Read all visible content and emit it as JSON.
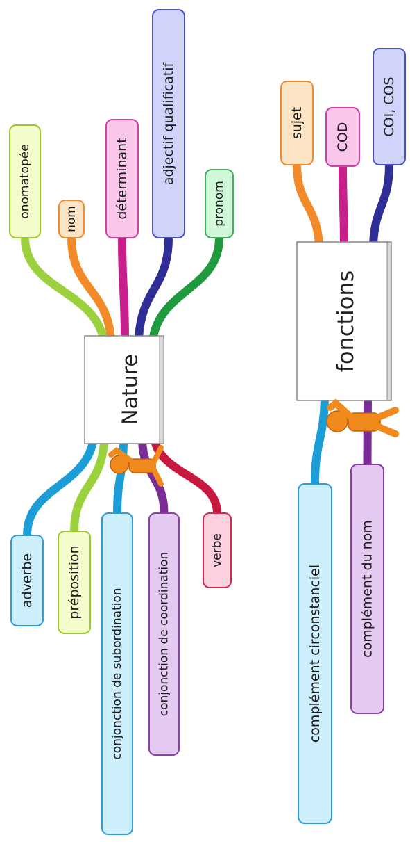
{
  "nature": {
    "title": "Nature",
    "top_branches": [
      {
        "label": "onomatopée",
        "fill": "#F4FCCB",
        "stroke": "#9CCB2C",
        "branch": "#9BD13D"
      },
      {
        "label": "nom",
        "fill": "#FDE4C4",
        "stroke": "#F28A2E",
        "branch": "#F38A29"
      },
      {
        "label": "déterminant",
        "fill": "#FAC6EA",
        "stroke": "#D33DA6",
        "branch": "#C81F8C"
      },
      {
        "label": "adjectif qualificatif",
        "fill": "#D0D3FA",
        "stroke": "#4A4FC6",
        "branch": "#2F2E97"
      },
      {
        "label": "pronom",
        "fill": "#CFF7D8",
        "stroke": "#3FAF5A",
        "branch": "#1F9A3E"
      }
    ],
    "bottom_branches": [
      {
        "label": "adverbe",
        "fill": "#CDEFFC",
        "stroke": "#2E9AD6",
        "branch": "#1B9ED8"
      },
      {
        "label": "préposition",
        "fill": "#F4FCCB",
        "stroke": "#9CCB2C",
        "branch": "#9BD13D"
      },
      {
        "label": "conjonction de subordination",
        "fill": "#CDEFFC",
        "stroke": "#2E9AD6",
        "branch": "#1B9ED8"
      },
      {
        "label": "conjonction de coordination",
        "fill": "#E4C9F0",
        "stroke": "#8A3DAE",
        "branch": "#7A2D96"
      },
      {
        "label": "verbe",
        "fill": "#FCD0DC",
        "stroke": "#D2284E",
        "branch": "#C8183F"
      }
    ]
  },
  "fonctions": {
    "title": "fonctions",
    "top_branches": [
      {
        "label": "sujet",
        "fill": "#FDE4C4",
        "stroke": "#F28A2E",
        "branch": "#F38A29"
      },
      {
        "label": "COD",
        "fill": "#FAC6EA",
        "stroke": "#D33DA6",
        "branch": "#C81F8C"
      },
      {
        "label": "COI, COS",
        "fill": "#D0D3FA",
        "stroke": "#4A4FC6",
        "branch": "#2F2E97"
      }
    ],
    "bottom_branches": [
      {
        "label": "complément circonstanciel",
        "fill": "#CDEFFC",
        "stroke": "#2E9AD6",
        "branch": "#1B9ED8"
      },
      {
        "label": "complément du nom",
        "fill": "#E4C9F0",
        "stroke": "#8A3DAE",
        "branch": "#7A2D96"
      }
    ]
  },
  "colors": {
    "figure": "#F08A1C",
    "figure_shadow": "#C45E0A",
    "center_box": "#FFFFFF"
  }
}
